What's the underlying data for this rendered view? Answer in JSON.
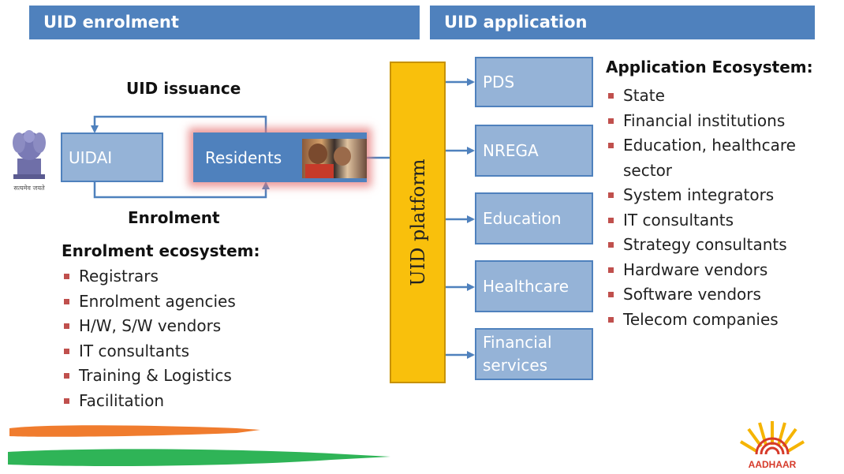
{
  "headers": {
    "left": "UID enrolment",
    "right": "UID application"
  },
  "issuance_label": "UID issuance",
  "enrolment_label": "Enrolment",
  "nodes": {
    "uidai": "UIDAI",
    "residents": "Residents",
    "platform": "UID platform"
  },
  "applications": [
    "PDS",
    "NREGA",
    "Education",
    "Healthcare",
    "Financial services"
  ],
  "enrolment_ecosystem": {
    "title": "Enrolment ecosystem:",
    "items": [
      "Registrars",
      "Enrolment agencies",
      "H/W, S/W vendors",
      "IT consultants",
      "Training & Logistics",
      "Facilitation"
    ]
  },
  "application_ecosystem": {
    "title": "Application Ecosystem:",
    "items": [
      "State",
      "Financial institutions",
      "Education, healthcare sector",
      "System integrators",
      "IT consultants",
      "Strategy consultants",
      "Hardware vendors",
      "Software vendors",
      "Telecom companies"
    ]
  },
  "logo_text": "AADHAAR",
  "emblem_text": "सत्यमेव जयते",
  "colors": {
    "header": "#4f81bd",
    "box": "#95b3d7",
    "platform": "#f9c00c",
    "bullet": "#c0504d",
    "saffron": "#f07c2e",
    "green": "#2fb457"
  }
}
